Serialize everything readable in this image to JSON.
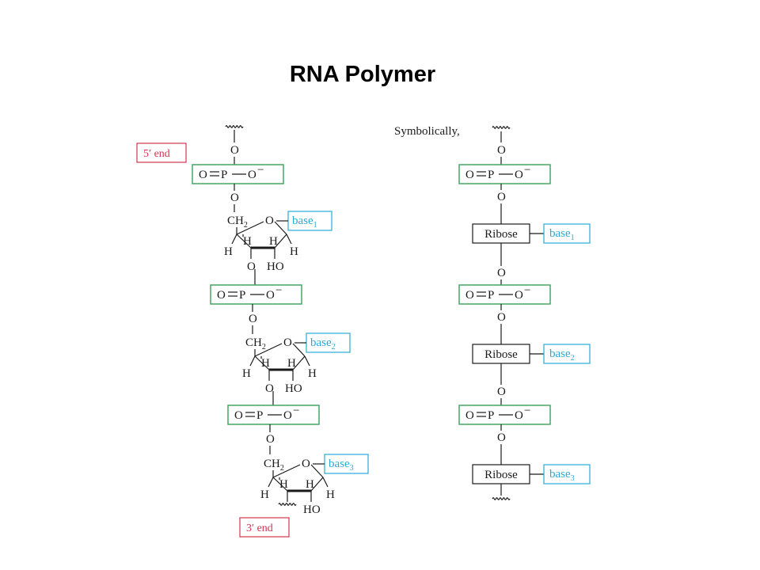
{
  "title": "RNA Polymer",
  "labels": {
    "symbolically": "Symbolically,",
    "end5": "5′ end",
    "end3": "3′ end",
    "ribose": "Ribose",
    "base": "base",
    "ch": "CH",
    "o": "O",
    "p": "P",
    "h": "H",
    "ho": "HO",
    "ominus": "O",
    "minus": "−",
    "sub2": "2",
    "sub1": "1",
    "sub3": "3"
  },
  "colors": {
    "phosphate_box": "#3aa05a",
    "base": "#2aa9d6",
    "end_label": "#d1364e"
  }
}
